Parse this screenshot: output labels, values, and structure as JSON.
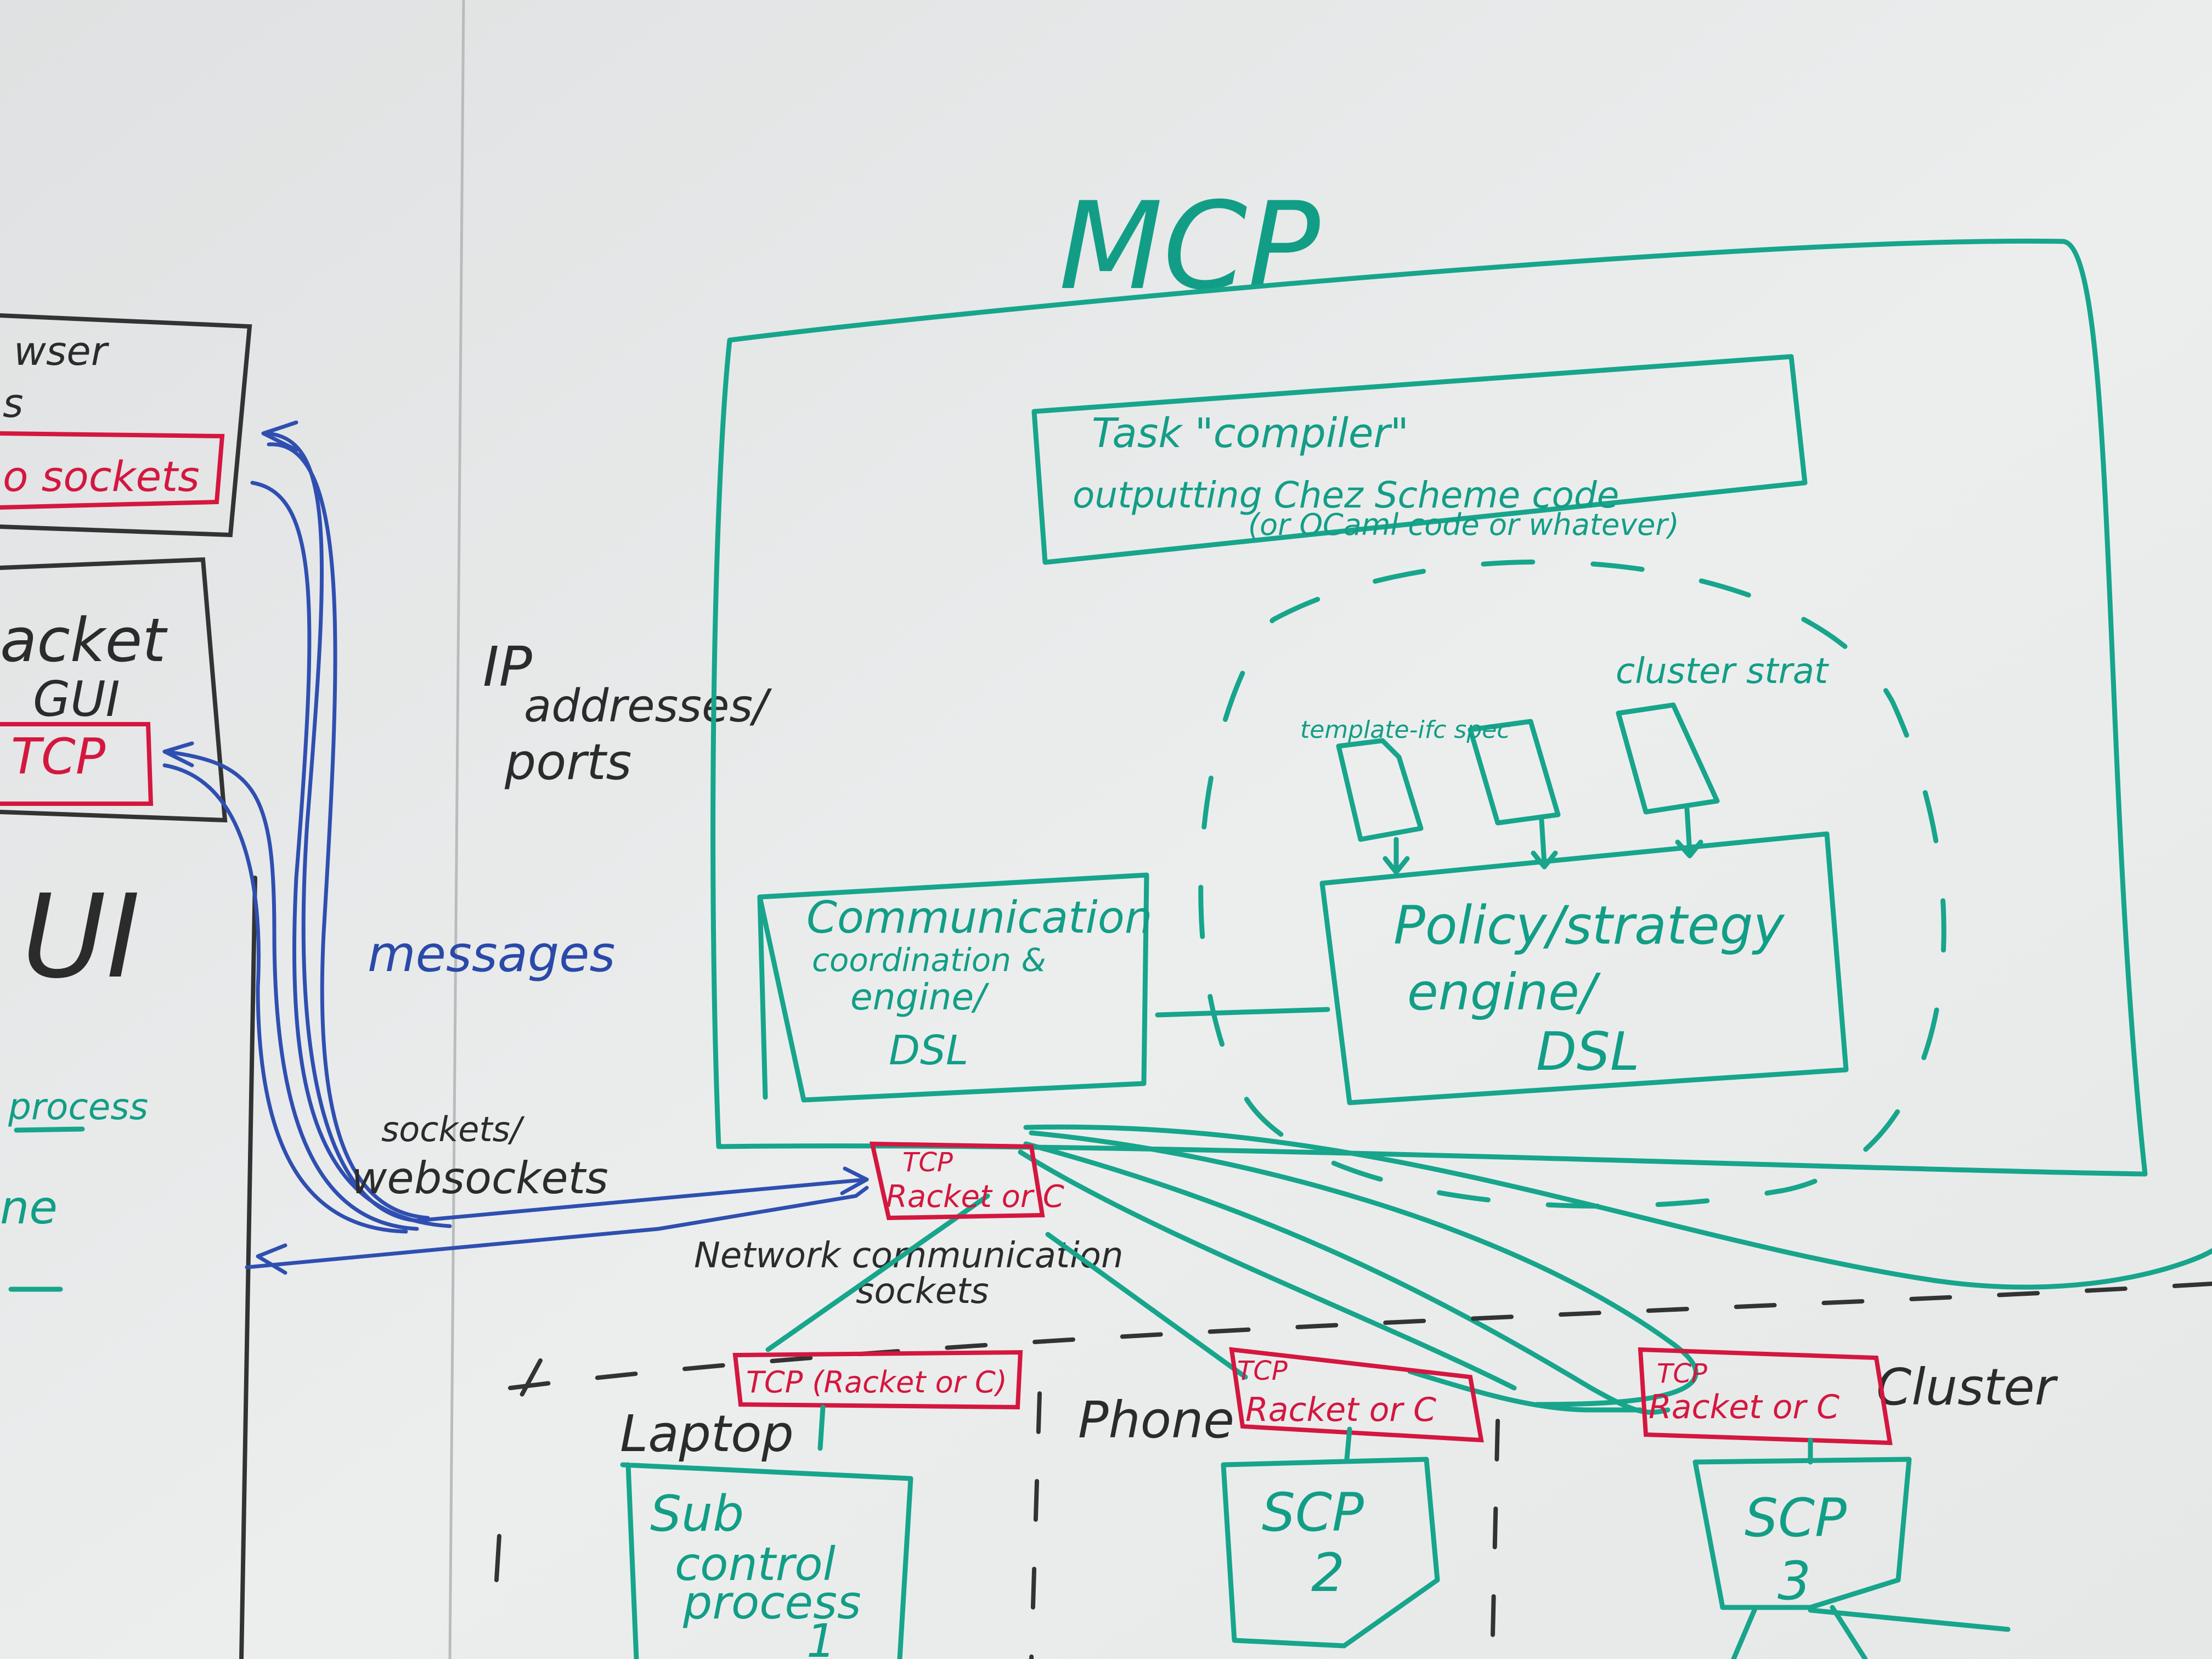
{
  "left_panel": {
    "browser_title": "wser",
    "browser_sub": "s",
    "browser_sockets": "o sockets",
    "racket_title": "acket",
    "racket_gui": "GUI",
    "racket_tcp": "TCP",
    "ui_label": "UI",
    "process_label": "process",
    "ne_label": "ne"
  },
  "mcp": {
    "title": "MCP",
    "task_line1": "Task \"compiler\"",
    "task_line2": "outputting Chez Scheme code",
    "task_line3": "(or OCaml code or whatever)",
    "comm_line1": "Communication",
    "comm_line2": "coordination &",
    "comm_line3": "engine/",
    "comm_line4": "DSL",
    "policy_line1": "Policy/strategy",
    "policy_line2": "engine/",
    "policy_line3": "DSL",
    "doc_template": "template-ifc spec",
    "doc_cluster": "cluster strat"
  },
  "annotations": {
    "ip1": "IP",
    "ip2": "addresses/",
    "ip3": "ports",
    "messages": "messages",
    "sockets1": "sockets/",
    "sockets2": "websockets",
    "net1": "Network communication",
    "net2": "sockets"
  },
  "tcp_main": {
    "line1": "TCP",
    "line2": "Racket or C"
  },
  "devices": {
    "laptop": "Laptop",
    "laptop_tcp": "TCP (Racket or C)",
    "laptop_scp1": "Sub",
    "laptop_scp2": "control",
    "laptop_scp3": "process",
    "laptop_scp4": "1",
    "phone": "Phone",
    "phone_tcp1": "TCP",
    "phone_tcp2": "Racket or C",
    "phone_scp1": "SCP",
    "phone_scp2": "2",
    "cluster": "Cluster",
    "cluster_tcp1": "TCP",
    "cluster_tcp2": "Racket or C",
    "cluster_scp1": "SCP",
    "cluster_scp2": "3"
  },
  "colors": {
    "board": "#e4e6e6",
    "teal": "#129e86",
    "blue": "#2a49a8",
    "black": "#2b2b2b",
    "red": "#d4173f"
  }
}
